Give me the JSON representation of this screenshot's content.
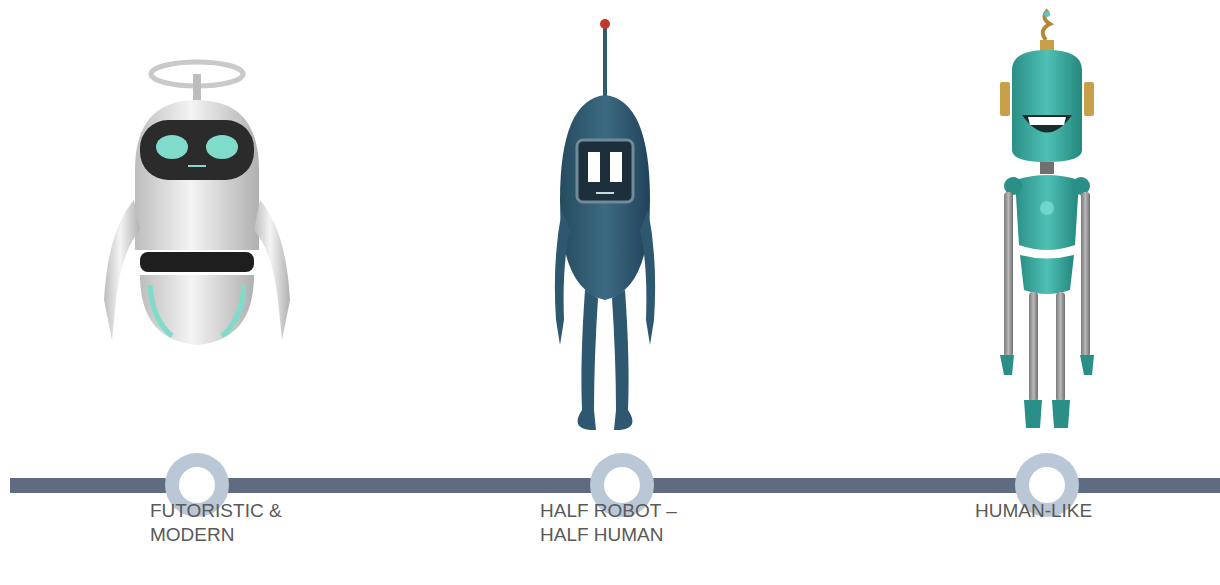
{
  "diagram": {
    "labels": [
      "FUTORISTIC & MODERN",
      "HALF ROBOT – HALF HUMAN",
      "HUMAN-LIKE"
    ]
  }
}
